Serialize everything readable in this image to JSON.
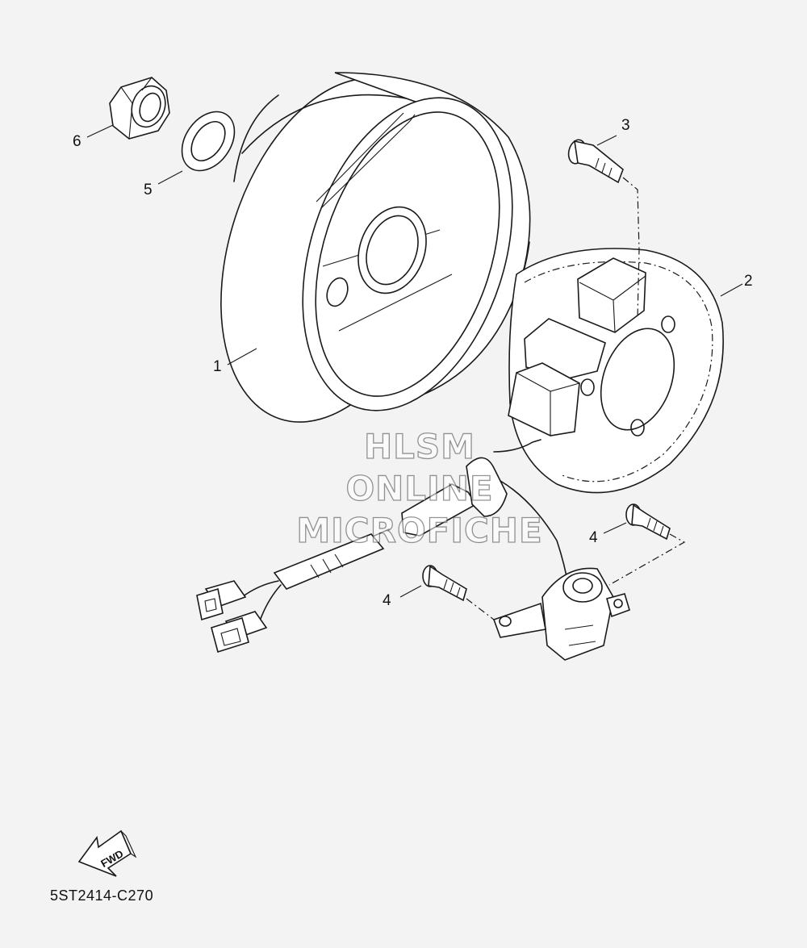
{
  "callouts": [
    {
      "id": "1",
      "label": "1"
    },
    {
      "id": "2",
      "label": "2"
    },
    {
      "id": "3",
      "label": "3"
    },
    {
      "id": "4a",
      "label": "4"
    },
    {
      "id": "4b",
      "label": "4"
    },
    {
      "id": "5",
      "label": "5"
    },
    {
      "id": "6",
      "label": "6"
    }
  ],
  "fwd_label": "FWD",
  "watermark": [
    "HLSM",
    "ONLINE",
    "MICROFICHE"
  ],
  "diagram_code": "5ST2414-C270"
}
